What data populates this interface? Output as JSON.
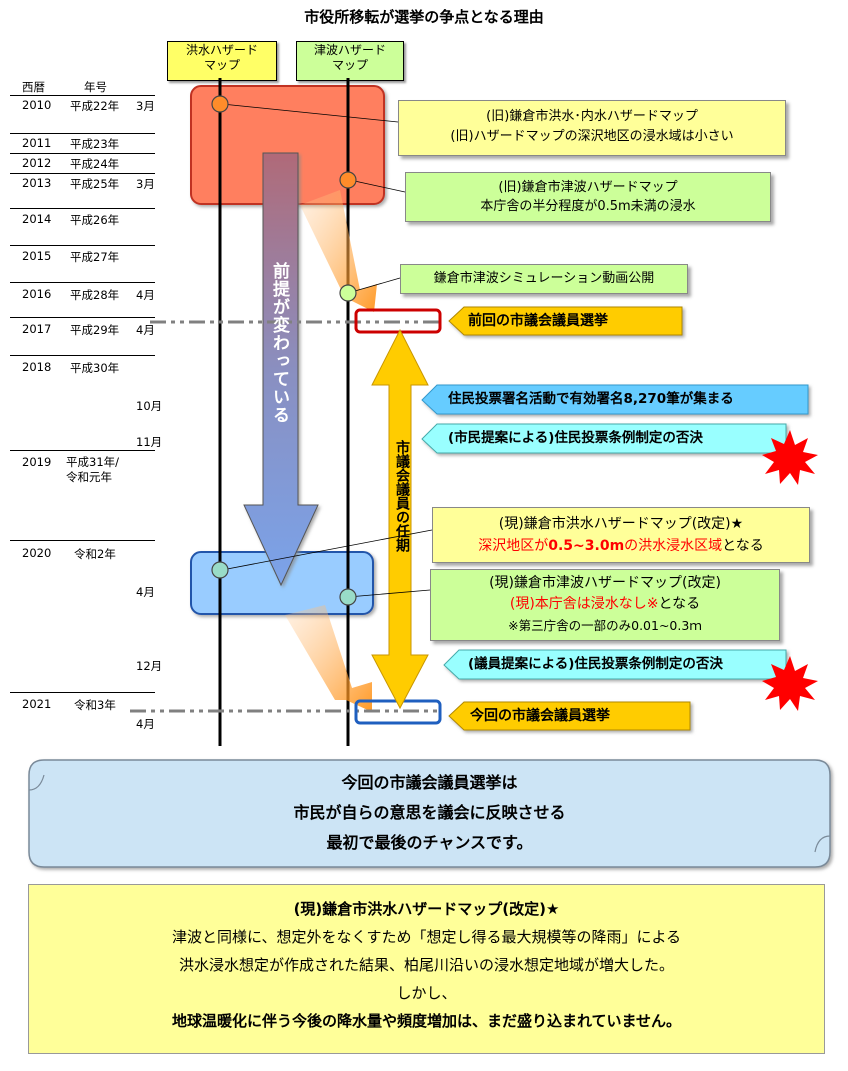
{
  "title": "市役所移転が選挙の争点となる理由",
  "lanes": {
    "flood": "洪水ハザード\nマップ",
    "tsunami": "津波ハザード\nマップ"
  },
  "table_headers": {
    "year": "西暦",
    "era": "年号"
  },
  "years": [
    {
      "year": "2010",
      "era": "平成22年",
      "month": "3月"
    },
    {
      "year": "2011",
      "era": "平成23年",
      "month": ""
    },
    {
      "year": "2012",
      "era": "平成24年",
      "month": ""
    },
    {
      "year": "2013",
      "era": "平成25年",
      "month": "3月"
    },
    {
      "year": "2014",
      "era": "平成26年",
      "month": ""
    },
    {
      "year": "2015",
      "era": "平成27年",
      "month": ""
    },
    {
      "year": "2016",
      "era": "平成28年",
      "month": "4月"
    },
    {
      "year": "2017",
      "era": "平成29年",
      "month": "4月"
    },
    {
      "year": "2018",
      "era": "平成30年",
      "month": ""
    },
    {
      "year": "2019",
      "era": "平成31年/\n令和元年",
      "month": ""
    },
    {
      "year": "2020",
      "era": "令和2年",
      "month": ""
    },
    {
      "year": "2021",
      "era": "令和3年",
      "month": ""
    }
  ],
  "extra_months": {
    "m2018_10": "10月",
    "m2018_11": "11月",
    "m2020_4": "4月",
    "m2020_12": "12月",
    "m2021_4": "4月"
  },
  "vertical_arrow_text": "前提が変わっている",
  "term_text": "市議会議員の任期",
  "callouts": {
    "old_flood_1": "(旧)鎌倉市洪水･内水ハザードマップ",
    "old_flood_2": "(旧)ハザードマップの深沢地区の浸水域は小さい",
    "old_tsunami_1": "(旧)鎌倉市津波ハザードマップ",
    "old_tsunami_2": "本庁舎の半分程度が0.5m未満の浸水",
    "simulation": "鎌倉市津波シミュレーション動画公開",
    "prev_election": "前回の市議会議員選挙",
    "petition": "住民投票署名活動で有効署名8,270筆が集まる",
    "citizen_rejected": "(市民提案による)住民投票条例制定の否決",
    "new_flood_1": "(現)鎌倉市洪水ハザードマップ(改定)★",
    "new_flood_2a": "深沢地区が",
    "new_flood_2b": "0.5~3.0m",
    "new_flood_2c": "の洪水浸水区域",
    "new_flood_2d": "となる",
    "new_tsunami_1": "(現)鎌倉市津波ハザードマップ(改定)",
    "new_tsunami_2a": "(現)本庁舎は浸水なし※",
    "new_tsunami_2b": "となる",
    "new_tsunami_3": "※第三庁舎の一部のみ0.01~0.3ｍ",
    "council_rejected": "(議員提案による)住民投票条例制定の否決",
    "this_election": "今回の市議会議員選挙"
  },
  "message": [
    "今回の市議会議員選挙は",
    "市民が自らの意思を議会に反映させる",
    "最初で最後のチャンスです。"
  ],
  "note": {
    "heading": "(現)鎌倉市洪水ハザードマップ(改定)★",
    "line1": "津波と同様に、想定外をなくすため「想定し得る最大規模等の降雨」による",
    "line2": "洪水浸水想定が作成された結果、柏尾川沿いの浸水想定地域が増大した。",
    "line3": "しかし、",
    "line4": "地球温暖化に伴う今後の降水量や頻度増加は、まだ盛り込まれていません。"
  },
  "colors": {
    "flood_lane": "#ffff66",
    "tsunami_lane": "#ccff99",
    "old_box": "#ff7f5f",
    "new_box": "#99ccff",
    "gold_arrow": "#ffcc00",
    "blue_tag": "#66ccff",
    "cyan_tag": "#99ffff",
    "burst": "#ff0000"
  }
}
